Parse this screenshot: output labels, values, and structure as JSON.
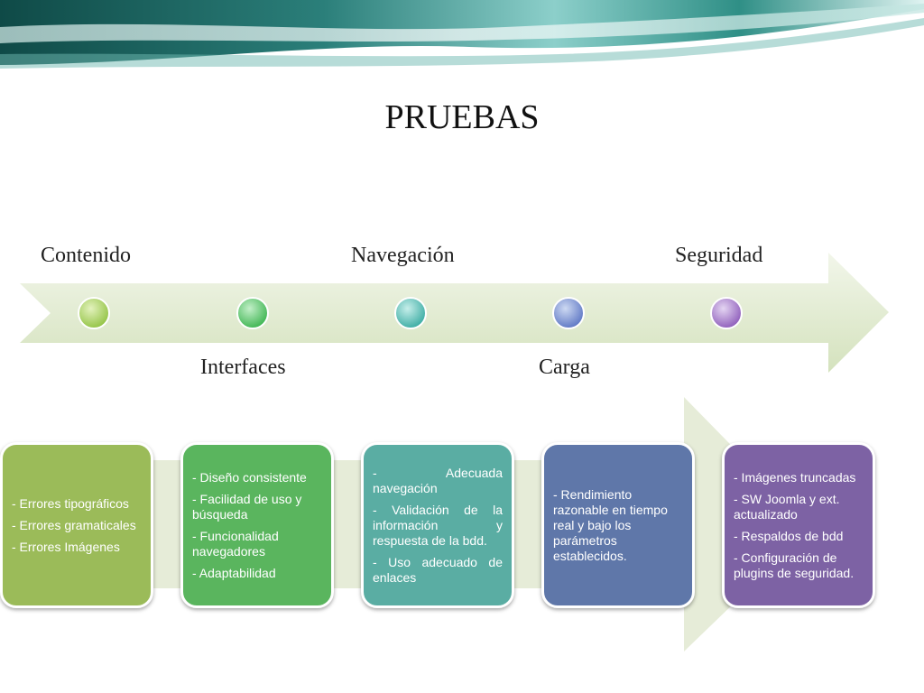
{
  "title": "PRUEBAS",
  "stages": {
    "top": [
      "Contenido",
      "Navegación",
      "Seguridad"
    ],
    "bottom": [
      "Interfaces",
      "Carga"
    ]
  },
  "colors": {
    "green_light": "#9bbb59",
    "green": "#5ab55e",
    "teal": "#5aada3",
    "blue": "#5f77a9",
    "purple": "#7d62a4",
    "timeline_arrow": "#dfe8cf"
  },
  "cards": [
    {
      "items": [
        "- Errores tipográficos",
        "- Errores gramaticales",
        "- Errores Imágenes"
      ]
    },
    {
      "items": [
        "- Diseño consistente",
        "- Facilidad de uso y búsqueda",
        "- Funcionalidad navegadores",
        "- Adaptabilidad"
      ]
    },
    {
      "items": [
        "- Adecuada navegación",
        "- Validación de la información y respuesta de la bdd.",
        "- Uso adecuado de enlaces"
      ]
    },
    {
      "items": [
        "- Rendimiento razonable en tiempo real y bajo los parámetros establecidos."
      ]
    },
    {
      "items": [
        "- Imágenes truncadas",
        "- SW Joomla y ext. actualizado",
        "- Respaldos de bdd",
        "- Configuración de plugins de seguridad."
      ]
    }
  ]
}
